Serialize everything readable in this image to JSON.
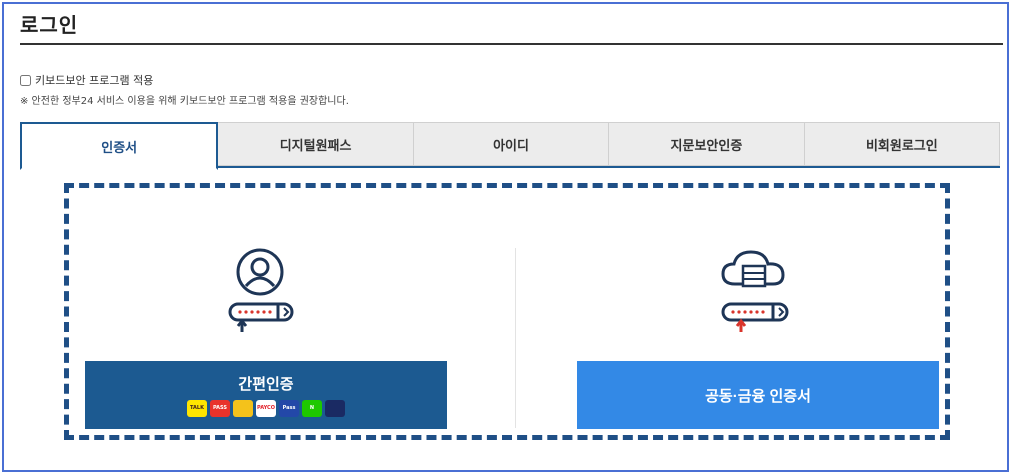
{
  "page": {
    "title": "로그인"
  },
  "keyboard_security": {
    "checkbox_label": "키보드보안 프로그램 적용",
    "notice": "※ 안전한 정부24 서비스 이용을 위해 키보드보안 프로그램 적용을 권장합니다.",
    "checked": false
  },
  "tabs": [
    {
      "label": "인증서",
      "active": true
    },
    {
      "label": "디지털원패스",
      "active": false
    },
    {
      "label": "아이디",
      "active": false
    },
    {
      "label": "지문보안인증",
      "active": false
    },
    {
      "label": "비회원로그인",
      "active": false
    }
  ],
  "simple_auth": {
    "label": "간편인증",
    "providers": [
      {
        "name": "kakao-icon",
        "text": "TALK",
        "bg": "#fee500",
        "fg": "#3c1e1e"
      },
      {
        "name": "pass-icon",
        "text": "PASS",
        "bg": "#e8322c",
        "fg": "#ffffff"
      },
      {
        "name": "samsung-pass-icon",
        "text": "",
        "bg": "#f4c21b",
        "fg": "#333333"
      },
      {
        "name": "payco-icon",
        "text": "PAYCO",
        "bg": "#ffffff",
        "fg": "#e2222b"
      },
      {
        "name": "kb-pass-icon",
        "text": "Pass",
        "bg": "#2348a8",
        "fg": "#ffffff"
      },
      {
        "name": "naver-icon",
        "text": "N",
        "bg": "#1ec800",
        "fg": "#ffffff"
      },
      {
        "name": "shinhan-icon",
        "text": "",
        "bg": "#1a2a63",
        "fg": "#ffffff"
      }
    ]
  },
  "certificate": {
    "label": "공동·금융 인증서"
  },
  "colors": {
    "frame_border": "#4a6fd4",
    "tab_active": "#1d5a92",
    "simple_button": "#1c5a91",
    "cert_button": "#3389e6"
  }
}
